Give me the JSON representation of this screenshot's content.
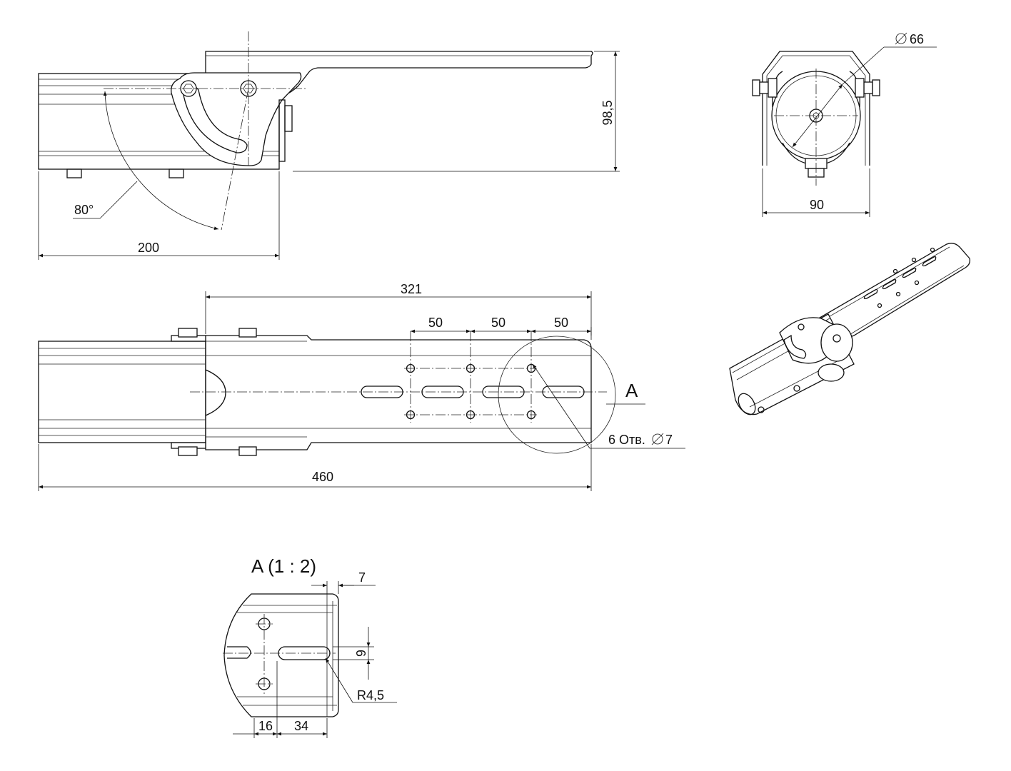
{
  "side_view": {
    "angle": "80°",
    "length": "200",
    "height": "98,5"
  },
  "front_view": {
    "diameter": "66",
    "width": "90"
  },
  "top_view": {
    "plate_length": "321",
    "pitch_1": "50",
    "pitch_2": "50",
    "pitch_3": "50",
    "total_length": "460",
    "detail_label": "A",
    "holes_note": "6 Отв. ",
    "holes_dia": "7"
  },
  "detail": {
    "title": "A (1 : 2)",
    "edge_offset": "7",
    "slot_width": "9",
    "radius": "R4,5",
    "dim_left": "16",
    "dim_right": "34"
  }
}
